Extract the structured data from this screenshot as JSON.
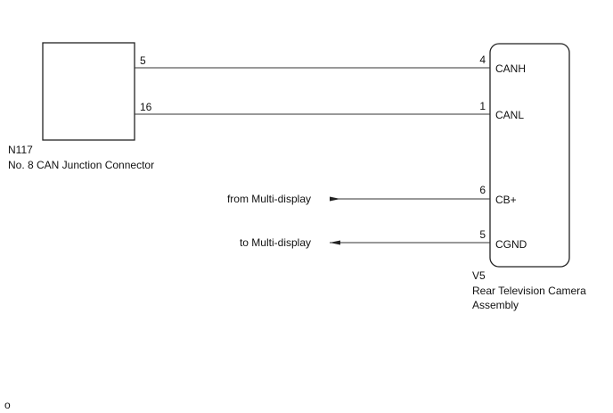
{
  "left_connector": {
    "code": "N117",
    "name": "No. 8 CAN Junction Connector",
    "pins": {
      "canh": "5",
      "canl": "16"
    }
  },
  "right_component": {
    "code": "V5",
    "name_line1": "Rear Television Camera",
    "name_line2": "Assembly",
    "pins": {
      "canh": {
        "number": "4",
        "signal": "CANH"
      },
      "canl": {
        "number": "1",
        "signal": "CANL"
      },
      "cbplus": {
        "number": "6",
        "signal": "CB+"
      },
      "cgnd": {
        "number": "5",
        "signal": "CGND"
      }
    }
  },
  "external": {
    "from_label": "from Multi-display",
    "to_label": "to Multi-display"
  },
  "footer": {
    "mark": "o"
  }
}
